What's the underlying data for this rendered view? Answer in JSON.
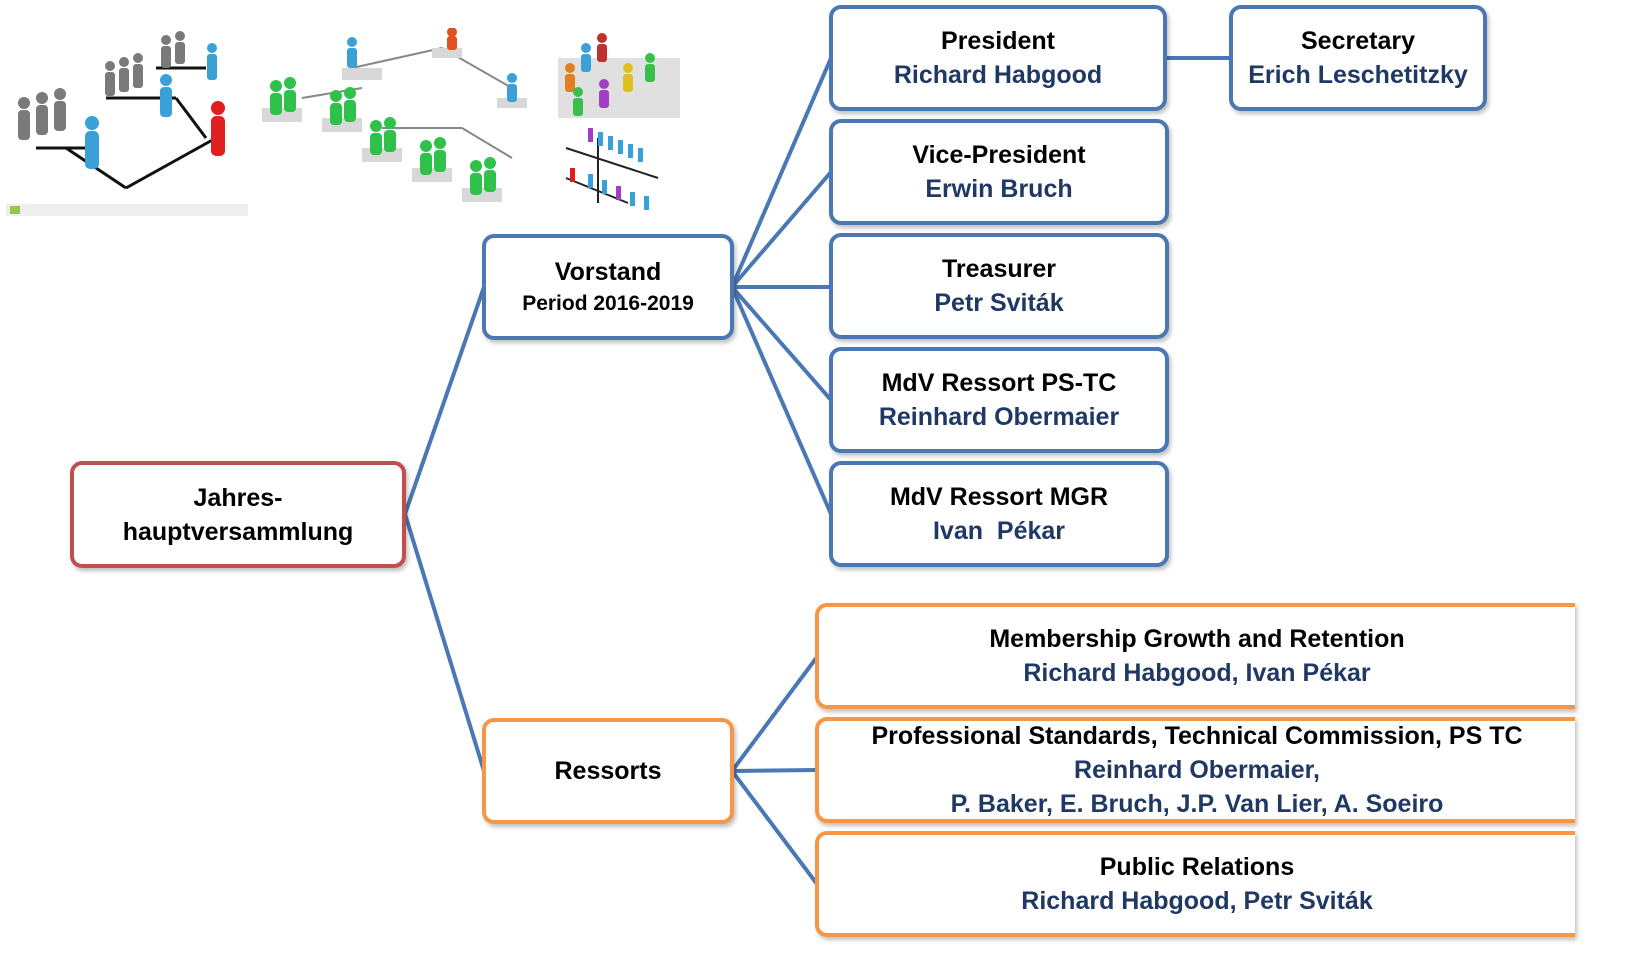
{
  "root": {
    "title": "Jahres-\nhauptversammlung"
  },
  "vorstand": {
    "title": "Vorstand",
    "period": "Period 2016-2019"
  },
  "board": [
    {
      "role": "President",
      "person": "Richard Habgood"
    },
    {
      "role": "Vice-President",
      "person": "Erwin Bruch"
    },
    {
      "role": "Treasurer",
      "person": "Petr Sviták"
    },
    {
      "role": "MdV Ressort PS-TC",
      "person": "Reinhard Obermaier"
    },
    {
      "role": "MdV Ressort MGR",
      "person": "Ivan  Pékar"
    }
  ],
  "secretary": {
    "role": "Secretary",
    "person": "Erich Leschetitzky"
  },
  "ressorts": {
    "title": "Ressorts"
  },
  "ressort_items": [
    {
      "name": "Membership Growth and Retention",
      "members": [
        "Richard Habgood, Ivan Pékar"
      ]
    },
    {
      "name": "Professional Standards, Technical Commission, PS TC",
      "members": [
        "Reinhard Obermaier,",
        "P. Baker, E. Bruch, J.P. Van Lier, A. Soeiro"
      ]
    },
    {
      "name": "Public Relations",
      "members": [
        "Richard Habgood, Petr Sviták"
      ]
    }
  ],
  "colors": {
    "blue": "#4a78b4",
    "red": "#c0504d",
    "orange": "#f79646",
    "name_text": "#1f3864"
  },
  "images": [
    "org-chart-people-grey-blue-red-image",
    "org-chart-people-green-image",
    "org-chart-people-colorful-image"
  ]
}
